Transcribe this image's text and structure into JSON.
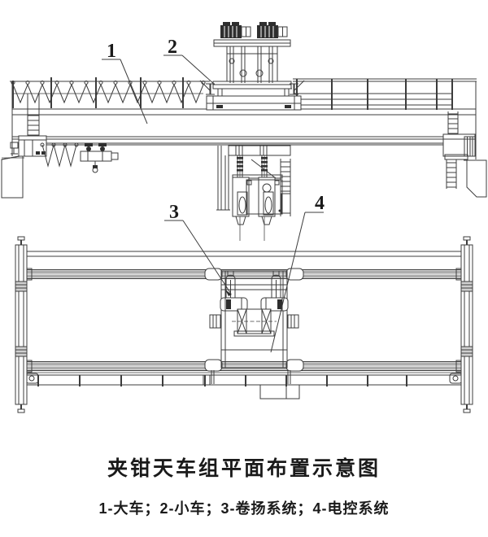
{
  "figure": {
    "title": "夹钳天车组平面布置示意图",
    "legend": "1-大车；2-小车；3-卷扬系统；4-电控系统",
    "legend_items": [
      {
        "num": "1",
        "name": "大车"
      },
      {
        "num": "2",
        "name": "小车"
      },
      {
        "num": "3",
        "name": "卷扬系统"
      },
      {
        "num": "4",
        "name": "电控系统"
      }
    ],
    "callouts": {
      "c1": "1",
      "c2": "2",
      "c3": "3",
      "c4": "4"
    },
    "colors": {
      "line": "#3c3c3c",
      "girder_fill": "#adadad",
      "background": "#ffffff",
      "text": "#1a1a1a"
    }
  }
}
